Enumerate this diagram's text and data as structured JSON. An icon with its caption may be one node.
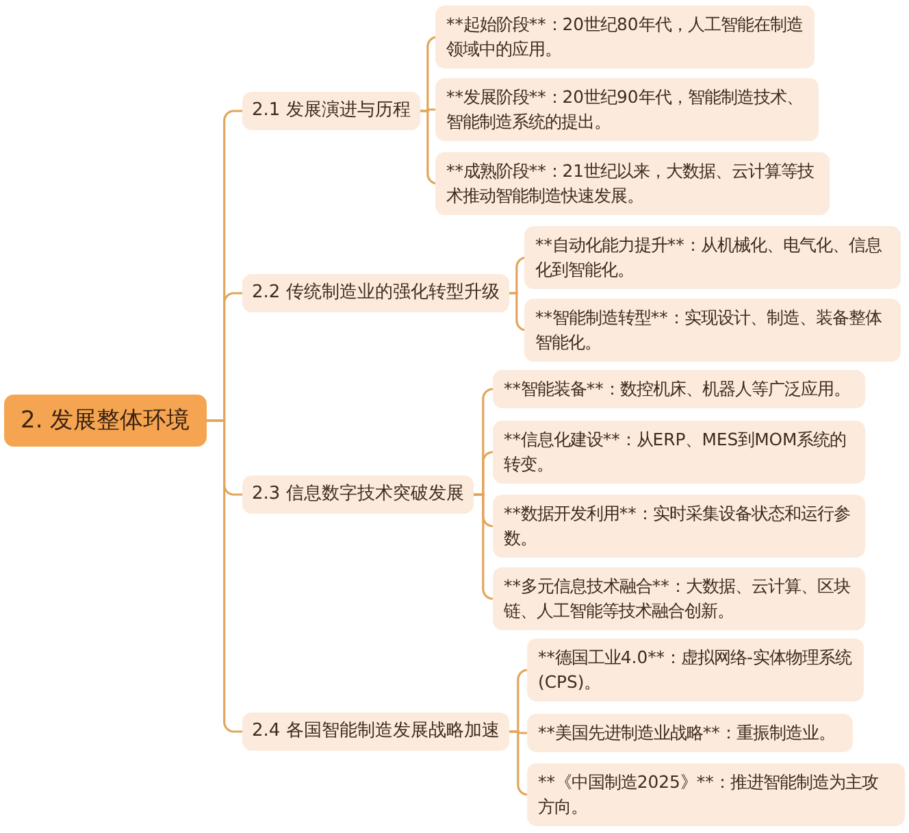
{
  "diagram": {
    "nodes": [
      {
        "text": [
          "2. 发展整体环境"
        ]
      },
      {
        "text": [
          "2.1 发展演进与历程"
        ]
      },
      {
        "text": [
          "**起始阶段**：20世纪80年代，人工智能在制造领域中的应用。"
        ]
      },
      {
        "text": [
          "**发展阶段**：20世纪90年代，智能制造技术、智能制造系统的提出。"
        ]
      },
      {
        "text": [
          "**成熟阶段**：21世纪以来，大数据、云计算等技术推动智能制造快速发展。"
        ]
      },
      {
        "text": [
          "2.2 传统制造业的强化转型升级"
        ]
      },
      {
        "text": [
          "**自动化能力提升**：从机械化、电气化、信息化到智能化。"
        ]
      },
      {
        "text": [
          "**智能制造转型**：实现设计、制造、装备整体智能化。"
        ]
      },
      {
        "text": [
          "2.3 信息数字技术突破发展"
        ]
      },
      {
        "text": [
          "**智能装备**：数控机床、机器人等广泛应用。"
        ]
      },
      {
        "text": [
          "**信息化建设**：从ERP、MES到MOM系统的转变。"
        ]
      },
      {
        "text": [
          "**数据开发利用**：实时采集设备状态和运行参数。"
        ]
      },
      {
        "text": [
          "**多元信息技术融合**：大数据、云计算、区块链、人工智能等技术融合创新。"
        ]
      },
      {
        "text": [
          "2.4 各国智能制造发展战略加速"
        ]
      },
      {
        "text": [
          "**德国工业4.0**：虚拟网络-实体物理系统(CPS)。"
        ]
      },
      {
        "text": [
          "**美国先进制造业战略**：重振制造业。"
        ]
      },
      {
        "text": [
          "**《中国制造2025》**：推进智能制造为主攻方向。"
        ]
      }
    ],
    "edges": [
      {
        "from": 0,
        "to": 1,
        "arrow": "none"
      },
      {
        "from": 0,
        "to": 5,
        "arrow": "none"
      },
      {
        "from": 0,
        "to": 8,
        "arrow": "none"
      },
      {
        "from": 0,
        "to": 13,
        "arrow": "none"
      },
      {
        "from": 1,
        "to": 2,
        "arrow": "none"
      },
      {
        "from": 1,
        "to": 3,
        "arrow": "none"
      },
      {
        "from": 1,
        "to": 4,
        "arrow": "none"
      },
      {
        "from": 5,
        "to": 6,
        "arrow": "none"
      },
      {
        "from": 5,
        "to": 7,
        "arrow": "none"
      },
      {
        "from": 8,
        "to": 9,
        "arrow": "none"
      },
      {
        "from": 8,
        "to": 10,
        "arrow": "none"
      },
      {
        "from": 8,
        "to": 11,
        "arrow": "none"
      },
      {
        "from": 8,
        "to": 12,
        "arrow": "none"
      },
      {
        "from": 13,
        "to": 14,
        "arrow": "none"
      },
      {
        "from": 13,
        "to": 15,
        "arrow": "none"
      },
      {
        "from": 13,
        "to": 16,
        "arrow": "none"
      }
    ]
  }
}
